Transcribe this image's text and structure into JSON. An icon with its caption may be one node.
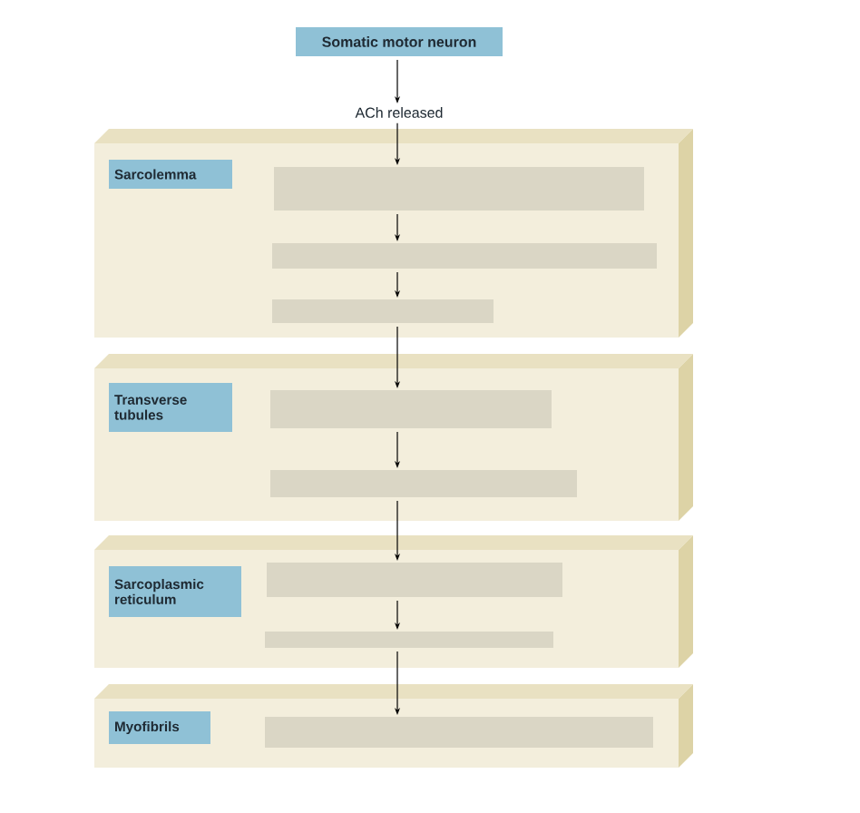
{
  "diagram": {
    "nodes": [
      {
        "text": [
          "Somatic motor neuron"
        ]
      },
      {
        "text": [
          "ACh released"
        ]
      },
      {
        "text": [
          "Sarcolemma"
        ]
      },
      {
        "text": [],
        "shape": "box",
        "in": 2
      },
      {
        "text": [],
        "shape": "box",
        "in": 2
      },
      {
        "text": [],
        "shape": "box",
        "in": 2
      },
      {
        "text": [
          "Transverse tubules"
        ]
      },
      {
        "text": [],
        "shape": "box",
        "in": 6
      },
      {
        "text": [],
        "shape": "box",
        "in": 6
      },
      {
        "text": [
          "Sarcoplasmic reticulum"
        ]
      },
      {
        "text": [],
        "shape": "box",
        "in": 9
      },
      {
        "text": [],
        "shape": "box",
        "in": 9
      },
      {
        "text": [
          "Myofibrils"
        ]
      },
      {
        "text": [],
        "shape": "box",
        "in": 12
      }
    ],
    "edges": [
      {
        "from": 0,
        "to": 1,
        "arrow": "to"
      },
      {
        "from": 1,
        "to": 3,
        "arrow": "to"
      },
      {
        "from": 3,
        "to": 4,
        "arrow": "to"
      },
      {
        "from": 4,
        "to": 5,
        "arrow": "to"
      },
      {
        "from": 5,
        "to": 7,
        "arrow": "to"
      },
      {
        "from": 7,
        "to": 8,
        "arrow": "to"
      },
      {
        "from": 8,
        "to": 10,
        "arrow": "to"
      },
      {
        "from": 10,
        "to": 11,
        "arrow": "to"
      },
      {
        "from": 11,
        "to": 13,
        "arrow": "to"
      }
    ]
  }
}
